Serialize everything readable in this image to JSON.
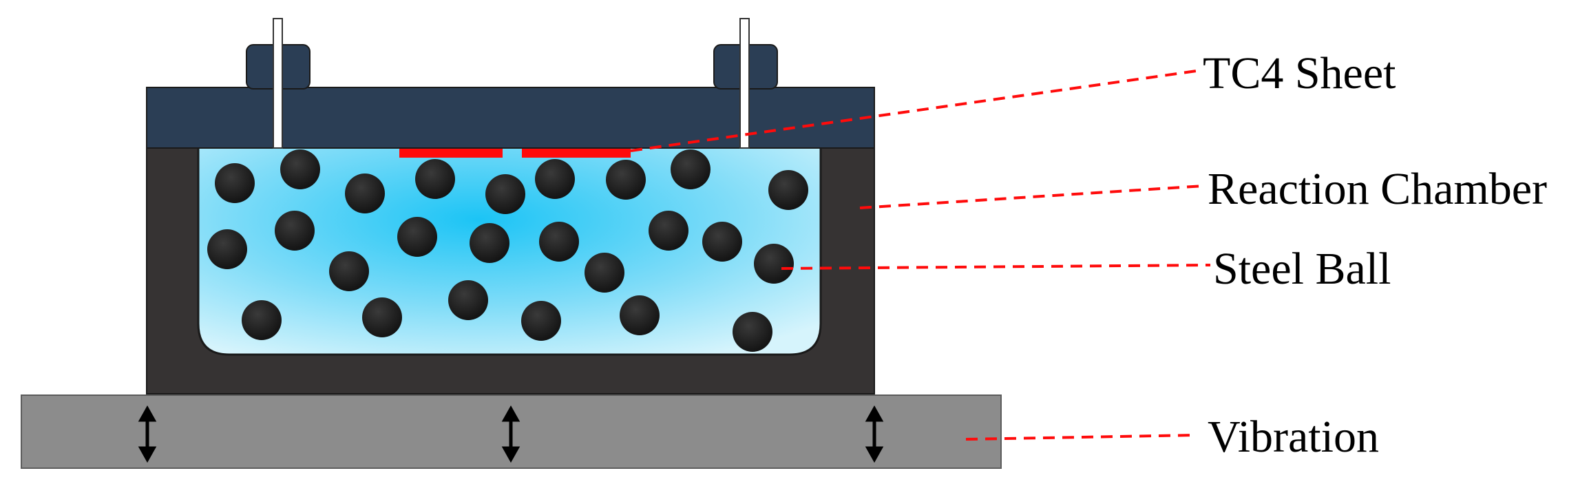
{
  "labels": {
    "tc4_sheet": "TC4 Sheet",
    "reaction_chamber": "Reaction Chamber",
    "steel_ball": "Steel Ball",
    "vibration": "Vibration"
  },
  "colors": {
    "lid": "#2b3e55",
    "chamber_wall": "#363333",
    "liquid_center": "#1cc4f5",
    "liquid_edge": "#d6f4fc",
    "steel_ball": "#1d1d1d",
    "tc4_sheet": "#ff0b0b",
    "leader_line": "#ff0b0b",
    "vibration_table": "#8c8c8c",
    "clamp_pin": "#ffffff"
  },
  "icons": {
    "vibration_arrow": "double-vertical-arrow-icon"
  }
}
